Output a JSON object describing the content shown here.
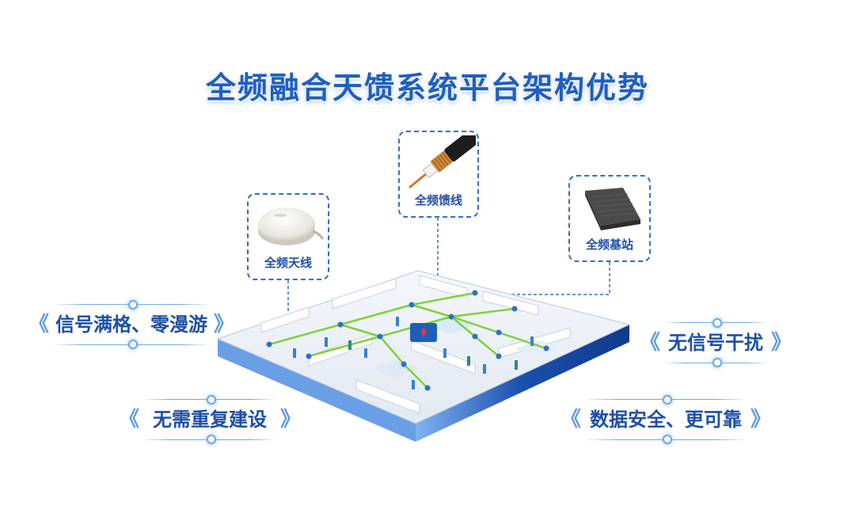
{
  "title": "全频融合天馈系统平台架构优势",
  "products": {
    "antenna": {
      "label": "全频天线",
      "icon": "ceiling-antenna-icon"
    },
    "feeder": {
      "label": "全频馈线",
      "icon": "coaxial-cable-icon"
    },
    "base_station": {
      "label": "全频基站",
      "icon": "base-station-icon"
    }
  },
  "features": {
    "left_top": "信号满格、零漫游",
    "left_bottom": "无需重复建设",
    "right_top": "无信号干扰",
    "right_bottom": "数据安全、更可靠"
  },
  "chevrons": {
    "left": "《",
    "right": "》"
  },
  "colors": {
    "title": "#1f5fbf",
    "accent": "#2f6fc9",
    "feature_text": "#1d4fa6",
    "network_line": "#7fd13b",
    "floor_edge": "#1a4fae"
  }
}
